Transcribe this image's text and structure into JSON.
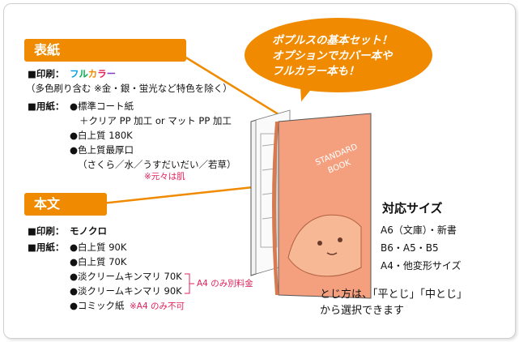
{
  "cover": {
    "tag": "表紙",
    "print_label": "■印刷：",
    "full_color": "フルカラー",
    "print_note": "（多色刷り含む ※金・銀・蛍光など特色を除く）",
    "paper_label": "■用紙：",
    "papers": [
      "●標準コート紙",
      "＋クリア PP 加工 or マット PP 加工",
      "●白上質 180K",
      "●色上質最厚口",
      "（さくら／水／うすだいだい／若草）"
    ],
    "paper_note": "※元々は肌"
  },
  "body": {
    "tag": "本文",
    "print_label": "■印刷：",
    "print_value": "モノクロ",
    "paper_label": "■用紙：",
    "papers": [
      "●白上質 90K",
      "●白上質 70K",
      "●淡クリームキンマリ 70K",
      "●淡クリームキンマリ 90K",
      "●コミック紙"
    ],
    "a4_extra_note": "A4 のみ別料金",
    "comic_note": "※A4 のみ不可"
  },
  "bubble": {
    "lines": [
      "ポプルスの基本セット！",
      "オプションでカバー本や",
      "フルカラー本も！"
    ]
  },
  "book": {
    "cover_text_1": "STANDARD",
    "cover_text_2": "BOOK"
  },
  "sizes": {
    "title": "対応サイズ",
    "lines": [
      "A6（文庫）・新書",
      "B6・A5・B5",
      "A4・他変形サイズ"
    ]
  },
  "binding": {
    "lines": [
      "とじ方は、「平とじ」「中とじ」",
      "から選択できます"
    ]
  },
  "colors": {
    "accent": "#f08a00",
    "note_red": "#e0205a",
    "cover_pink": "#f4a07e"
  }
}
